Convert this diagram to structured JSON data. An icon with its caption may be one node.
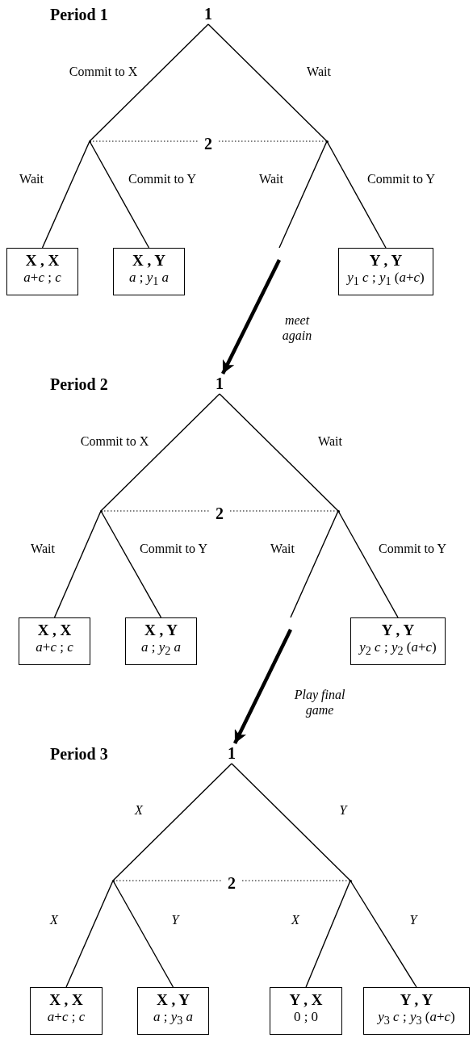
{
  "diagram": {
    "nodes": [
      {
        "text": [
          "1"
        ]
      },
      {
        "text": [],
        "shape": "point"
      },
      {
        "text": [],
        "shape": "point"
      },
      {
        "text": [
          "X , X",
          "*a*+*c* ; *c*"
        ]
      },
      {
        "text": [
          "X , Y",
          "*a* ; *y*$_{1}$ *a*"
        ]
      },
      {
        "text": [
          "Y , Y",
          "*y*$_{1}$ *c* ; *y*$_{1}$ (*a*+*c*)"
        ]
      },
      {
        "text": [
          "1"
        ]
      },
      {
        "text": [],
        "shape": "point"
      },
      {
        "text": [],
        "shape": "point"
      },
      {
        "text": [
          "X , X",
          "*a*+*c* ; *c*"
        ]
      },
      {
        "text": [
          "X , Y",
          "*a* ; *y*$_{2}$ *a*"
        ]
      },
      {
        "text": [
          "Y , Y",
          "*y*$_{2}$ *c* ; *y*$_{2}$ (*a*+*c*)"
        ]
      },
      {
        "text": [
          "1"
        ]
      },
      {
        "text": [],
        "shape": "point"
      },
      {
        "text": [],
        "shape": "point"
      },
      {
        "text": [
          "X , X",
          "*a*+*c* ; *c*"
        ]
      },
      {
        "text": [
          "X , Y",
          "*a* ; *y*$_{3}$ *a*"
        ]
      },
      {
        "text": [
          "Y , X",
          "0 ; 0"
        ]
      },
      {
        "text": [
          "Y , Y",
          "*y*$_{3}$ *c* ; *y*$_{3}$ (*a*+*c*)"
        ]
      }
    ],
    "edges": [
      {
        "from": 0,
        "to": 1,
        "arrow": "none",
        "label": "Commit to X"
      },
      {
        "from": 0,
        "to": 2,
        "arrow": "none",
        "label": "Wait"
      },
      {
        "from": 1,
        "to": 2,
        "arrow": "none",
        "label": "2",
        "style": "dashed"
      },
      {
        "from": 1,
        "to": 3,
        "arrow": "none",
        "label": "Wait"
      },
      {
        "from": 1,
        "to": 4,
        "arrow": "none",
        "label": "Commit to Y"
      },
      {
        "from": 2,
        "to": null,
        "arrow": "none",
        "label": "Wait"
      },
      {
        "from": 2,
        "to": 5,
        "arrow": "none",
        "label": "Commit to Y"
      },
      {
        "from": null,
        "to": 6,
        "arrow": "to",
        "label": "meet again",
        "style": "thick"
      },
      {
        "from": 6,
        "to": 7,
        "arrow": "none",
        "label": "Commit to X"
      },
      {
        "from": 6,
        "to": 8,
        "arrow": "none",
        "label": "Wait"
      },
      {
        "from": 7,
        "to": 8,
        "arrow": "none",
        "label": "2",
        "style": "dashed"
      },
      {
        "from": 7,
        "to": 9,
        "arrow": "none",
        "label": "Wait"
      },
      {
        "from": 7,
        "to": 10,
        "arrow": "none",
        "label": "Commit to Y"
      },
      {
        "from": 8,
        "to": null,
        "arrow": "none",
        "label": "Wait"
      },
      {
        "from": 8,
        "to": 11,
        "arrow": "none",
        "label": "Commit to Y"
      },
      {
        "from": null,
        "to": 12,
        "arrow": "to",
        "label": "Play final game",
        "style": "thick"
      },
      {
        "from": 12,
        "to": 13,
        "arrow": "none",
        "label": "X"
      },
      {
        "from": 12,
        "to": 14,
        "arrow": "none",
        "label": "Y"
      },
      {
        "from": 13,
        "to": 14,
        "arrow": "none",
        "label": "2",
        "style": "dashed"
      },
      {
        "from": 13,
        "to": 15,
        "arrow": "none",
        "label": "X"
      },
      {
        "from": 13,
        "to": 16,
        "arrow": "none",
        "label": "Y"
      },
      {
        "from": 14,
        "to": 17,
        "arrow": "none",
        "label": "X"
      },
      {
        "from": 14,
        "to": 18,
        "arrow": "none",
        "label": "Y"
      }
    ],
    "labels": [
      "Period 1",
      "Period 2",
      "Period 3"
    ]
  }
}
